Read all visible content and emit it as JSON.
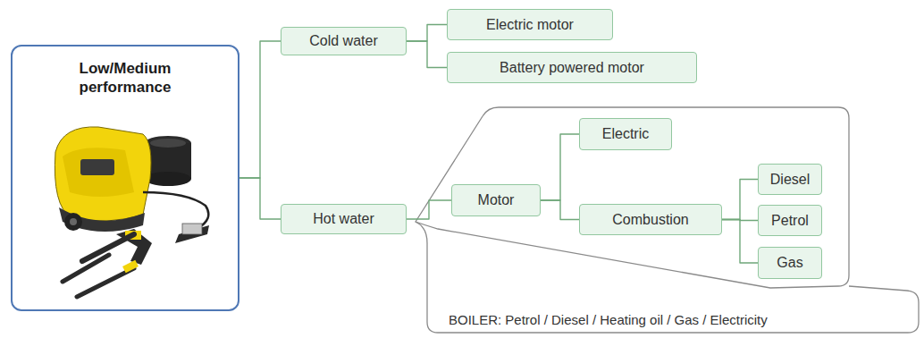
{
  "diagram": {
    "nodes": [
      {
        "text": [
          "Low/Medium performance"
        ]
      },
      {
        "text": [
          "Cold water"
        ]
      },
      {
        "text": [
          "Electric motor"
        ]
      },
      {
        "text": [
          "Battery powered motor"
        ]
      },
      {
        "text": [
          "Hot water"
        ]
      },
      {
        "text": [
          "Motor"
        ]
      },
      {
        "text": [
          "Electric"
        ]
      },
      {
        "text": [
          "Combustion"
        ]
      },
      {
        "text": [
          "Diesel"
        ]
      },
      {
        "text": [
          "Petrol"
        ]
      },
      {
        "text": [
          "Gas"
        ]
      }
    ],
    "edges": [
      {
        "from": 0,
        "to": 1,
        "arrow": "none"
      },
      {
        "from": 0,
        "to": 4,
        "arrow": "none"
      },
      {
        "from": 1,
        "to": 2,
        "arrow": "none"
      },
      {
        "from": 1,
        "to": 3,
        "arrow": "none"
      },
      {
        "from": 4,
        "to": 5,
        "arrow": "none"
      },
      {
        "from": 5,
        "to": 6,
        "arrow": "none"
      },
      {
        "from": 5,
        "to": 7,
        "arrow": "none"
      },
      {
        "from": 7,
        "to": 8,
        "arrow": "none"
      },
      {
        "from": 7,
        "to": 9,
        "arrow": "none"
      },
      {
        "from": 7,
        "to": 10,
        "arrow": "none"
      }
    ],
    "labels": [
      "BOILER: Petrol / Diesel / Heating oil / Gas / Electricity"
    ]
  }
}
